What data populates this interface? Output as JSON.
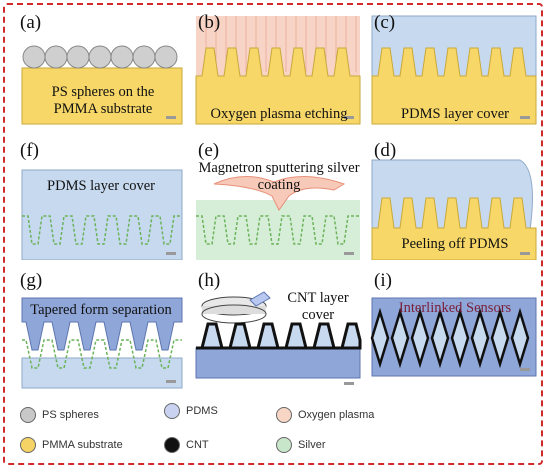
{
  "panels": {
    "a": {
      "label": "(a)",
      "caption": "PS spheres on the PMMA substrate"
    },
    "b": {
      "label": "(b)",
      "caption": "Oxygen plasma etching"
    },
    "c": {
      "label": "(c)",
      "caption": "PDMS layer cover"
    },
    "f": {
      "label": "(f)",
      "caption": "PDMS layer cover"
    },
    "e": {
      "label": "(e)",
      "caption": "Magnetron sputtering silver coating"
    },
    "d": {
      "label": "(d)",
      "caption": "Peeling off PDMS"
    },
    "g": {
      "label": "(g)",
      "caption": "Tapered form separation"
    },
    "h": {
      "label": "(h)",
      "caption": "CNT layer cover"
    },
    "i": {
      "label": "(i)",
      "caption": "Interlinked Sensors"
    }
  },
  "legend": [
    {
      "label": "PS spheres",
      "color": "#c8c8c8"
    },
    {
      "label": "PDMS",
      "color": "#c9d3f1"
    },
    {
      "label": "Oxygen plasma",
      "color": "#f7d6c6"
    },
    {
      "label": "PMMA substrate",
      "color": "#f6d365"
    },
    {
      "label": "CNT",
      "color": "#111111"
    },
    {
      "label": "Silver",
      "color": "#c8e6c9"
    }
  ],
  "colors": {
    "border": "#d12a2a",
    "pmma": "#f6d768",
    "pdms": "#c6d9ef",
    "plasma": "#f3c9bd",
    "silver": "#7cc36a",
    "cnt": "#111111"
  }
}
